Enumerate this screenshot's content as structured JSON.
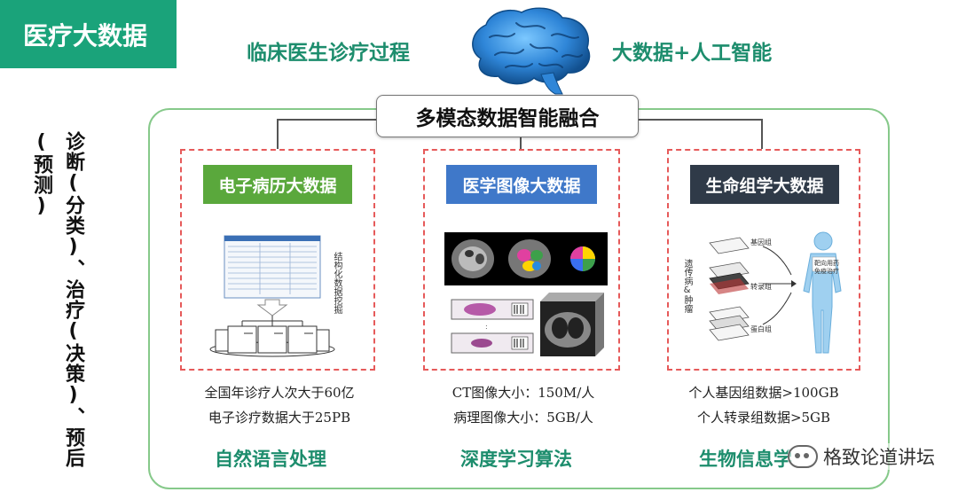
{
  "badge": {
    "title": "医疗大数据"
  },
  "header": {
    "left": "临床医生诊疗过程",
    "right": "大数据+人工智能"
  },
  "side_text": "诊断(分类)、治疗(决策)、预后(预测)",
  "fusion_label": "多模态数据智能融合",
  "panels": [
    {
      "title": "电子病历大数据",
      "color": "#5aa83c",
      "stats": [
        "全国年诊疗人次大于60亿",
        "电子诊疗数据大于25PB"
      ],
      "method": "自然语言处理",
      "image_caption": "结构化数据挖掘"
    },
    {
      "title": "医学图像大数据",
      "color": "#3f78c9",
      "stats": [
        "CT图像大小：150M/人",
        "病理图像大小：5GB/人"
      ],
      "method": "深度学习算法"
    },
    {
      "title": "生命组学大数据",
      "color": "#2f3a48",
      "stats": [
        "个人基因组数据>100GB",
        "个人转录组数据>5GB"
      ],
      "method": "生物信息学",
      "diagram_labels": [
        "遗传病&肿瘤",
        "基因组",
        "转录组",
        "蛋白组",
        "靶向用药",
        "免疫治疗"
      ]
    }
  ],
  "watermark": {
    "text": "格致论道讲坛"
  }
}
